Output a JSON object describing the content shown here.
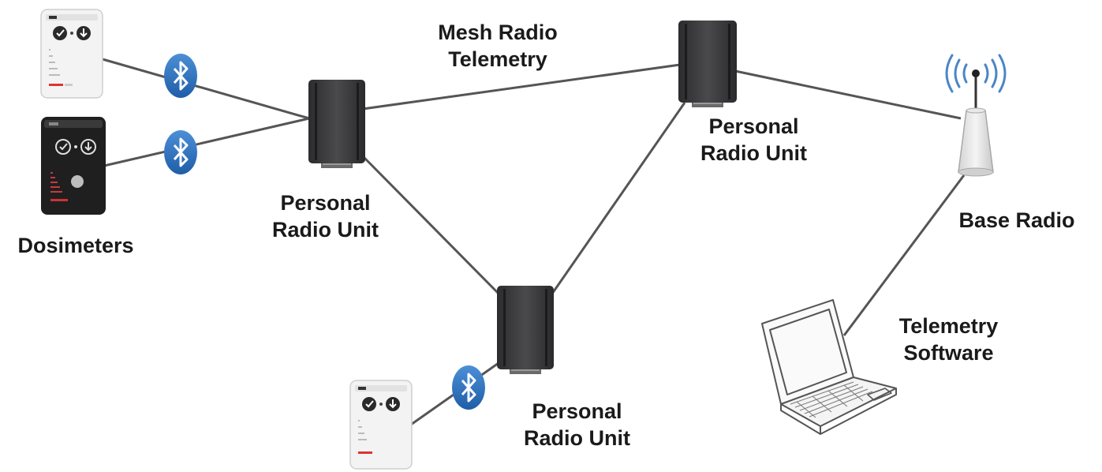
{
  "labels": {
    "mesh_line1": "Mesh Radio",
    "mesh_line2": "Telemetry",
    "dosimeters": "Dosimeters",
    "pru_left_line1": "Personal",
    "pru_left_line2": "Radio Unit",
    "pru_top_line1": "Personal",
    "pru_top_line2": "Radio Unit",
    "pru_bottom_line1": "Personal",
    "pru_bottom_line2": "Radio Unit",
    "base_radio": "Base Radio",
    "software_line1": "Telemetry",
    "software_line2": "Software"
  },
  "colors": {
    "link": "#555555",
    "bluetooth": "#2b6bb5",
    "radio_unit": "#3a3a3c",
    "signal_waves": "#4a86c5"
  },
  "icons": [
    "bluetooth-icon",
    "radio-unit-icon",
    "dosimeter-icon",
    "antenna-icon",
    "laptop-icon"
  ]
}
